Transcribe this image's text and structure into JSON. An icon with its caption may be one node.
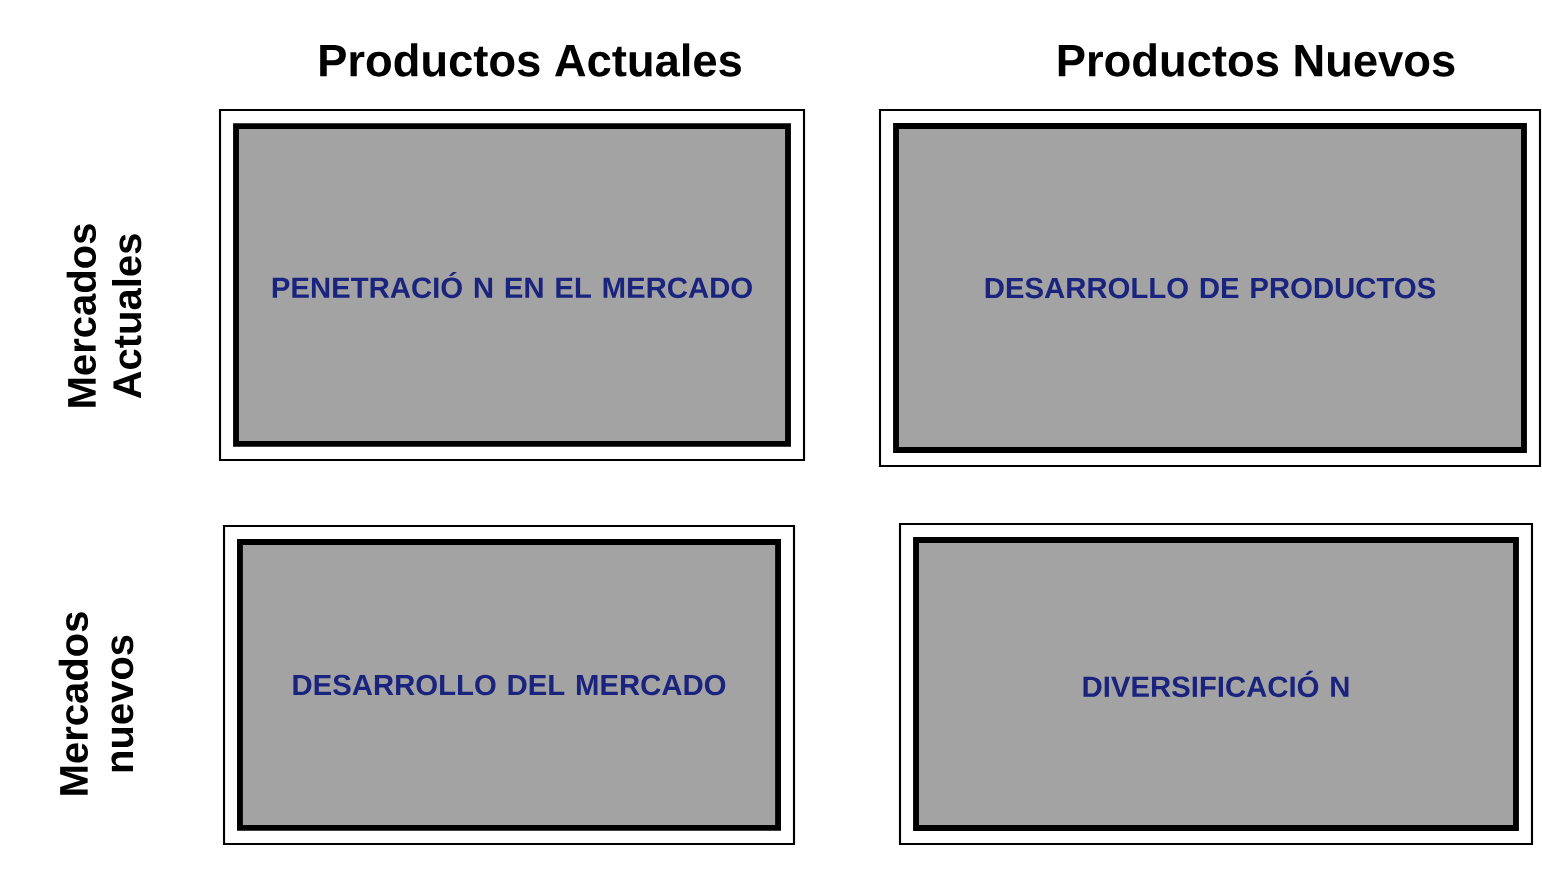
{
  "diagram": {
    "nodes": [
      {
        "text": [
          "PENETRACIÓ N EN EL MERCADO"
        ]
      },
      {
        "text": [
          "DESARROLLO DE PRODUCTOS"
        ]
      },
      {
        "text": [
          "DESARROLLO DEL MERCADO"
        ]
      },
      {
        "text": [
          "DIVERSIFICACIÓ N"
        ]
      }
    ],
    "labels": [
      "Productos Actuales",
      "Productos Nuevos",
      "Mercados Actuales",
      "Mercados nuevos"
    ]
  }
}
